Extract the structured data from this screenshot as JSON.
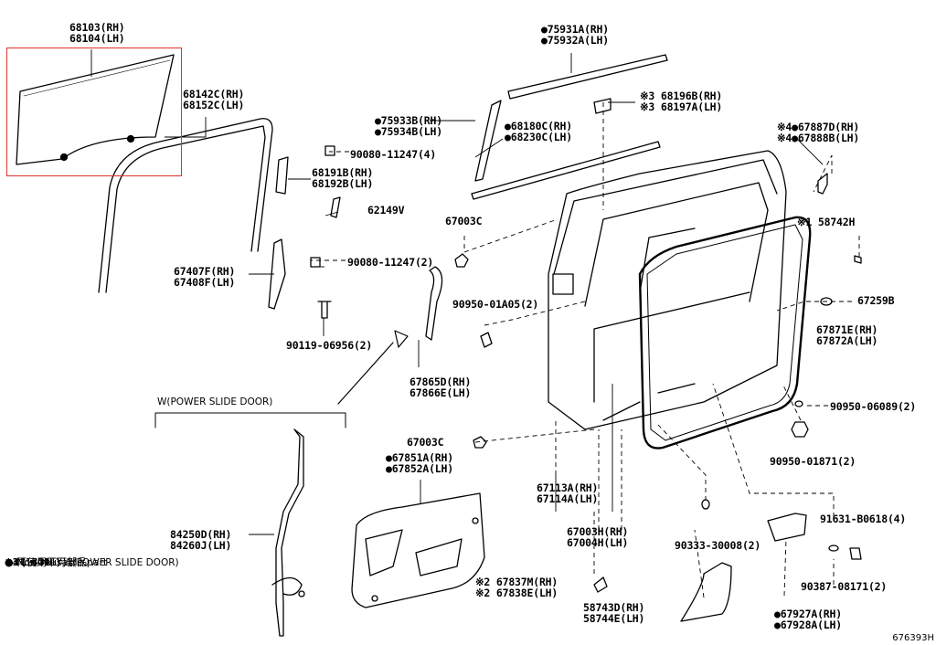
{
  "parts": {
    "p68103": [
      "68103(RH)",
      "68104(LH)"
    ],
    "p68142": [
      "68142C(RH)",
      "68152C(LH)"
    ],
    "p67407": [
      "67407F(RH)",
      "67408F(LH)"
    ],
    "p90080a": "90080-11247(4)",
    "p68191": [
      "68191B(RH)",
      "68192B(LH)"
    ],
    "p62149": "62149V",
    "p90080b": "90080-11247(2)",
    "p90119": "90119-06956(2)",
    "p75933": [
      "●75933B(RH)",
      "●75934B(LH)"
    ],
    "p75931": [
      "●75931A(RH)",
      "●75932A(LH)"
    ],
    "p68180": [
      "●68180C(RH)",
      "●68230C(LH)"
    ],
    "p68196": [
      "※3 68196B(RH)",
      "※3 68197A(LH)"
    ],
    "p67887": [
      "※4●67887D(RH)",
      "※4●67888B(LH)"
    ],
    "p58742": "※1 58742H",
    "p67003a": "67003C",
    "p90950a": "90950-01A05(2)",
    "p67259": "67259B",
    "p67871": [
      "67871E(RH)",
      "67872A(LH)"
    ],
    "p67865": [
      "67865D(RH)",
      "67866E(LH)"
    ],
    "p90950b": "90950-06089(2)",
    "p90950c": "90950-01871(2)",
    "p67003b": "67003C",
    "p67851": [
      "●67851A(RH)",
      "●67852A(LH)"
    ],
    "p67113": [
      "67113A(RH)",
      "67114A(LH)"
    ],
    "p67003h": [
      "67003H(RH)",
      "67004H(LH)"
    ],
    "p90333": "90333-30008(2)",
    "p91631": "91631-B0618(4)",
    "p90387": "90387-08171(2)",
    "p67837": [
      "※2 67837M(RH)",
      "※2 67838E(LH)"
    ],
    "p58743": [
      "58743D(RH)",
      "58744E(LH)"
    ],
    "p67927": [
      "●67927A(RH)",
      "●67928A(LH)"
    ],
    "p84250": [
      "84250D(RH)",
      "84260J(LH)"
    ]
  },
  "group_label": "W(POWER SLIDE DOOR)",
  "legend": [
    "● 再使用不可部品",
    "● Non-reusable part",
    "※1 LH ONLY",
    "※2 (1409-      )",
    "※3 (1711-      )",
    "※4 (1809-      ) W(POWER SLIDE DOOR)"
  ],
  "reference": "676393H"
}
